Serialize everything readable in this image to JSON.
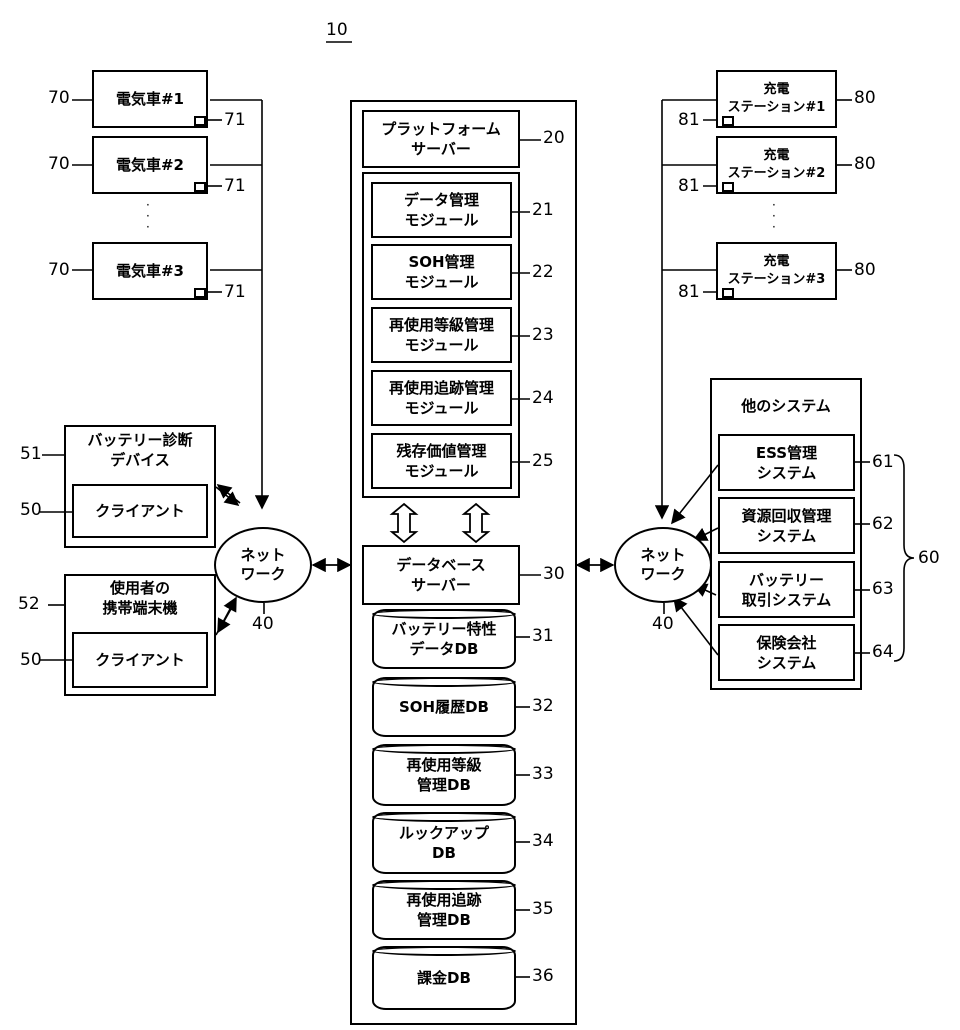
{
  "figure": {
    "ref": "10"
  },
  "vehicles": [
    {
      "label": "電気車#1",
      "ref": "70",
      "port_ref": "71"
    },
    {
      "label": "電気車#2",
      "ref": "70",
      "port_ref": "71"
    },
    {
      "label": "電気車#3",
      "ref": "70",
      "port_ref": "71"
    }
  ],
  "vehicle_ellipsis": "·\n·\n·",
  "clients": {
    "diag_device": {
      "label": "バッテリー診断\nデバイス",
      "ref": "51",
      "client_label": "クライアント",
      "client_ref": "50"
    },
    "user_terminal": {
      "label": "使用者の\n携帯端末機",
      "ref": "52",
      "client_label": "クライアント",
      "client_ref": "50"
    }
  },
  "networks": [
    {
      "label": "ネット\nワーク",
      "ref": "40"
    },
    {
      "label": "ネット\nワーク",
      "ref": "40"
    }
  ],
  "platform_server": {
    "label": "プラットフォーム\nサーバー",
    "ref": "20",
    "modules": [
      {
        "label": "データ管理\nモジュール",
        "ref": "21"
      },
      {
        "label": "SOH管理\nモジュール",
        "ref": "22"
      },
      {
        "label": "再使用等級管理\nモジュール",
        "ref": "23"
      },
      {
        "label": "再使用追跡管理\nモジュール",
        "ref": "24"
      },
      {
        "label": "残存価値管理\nモジュール",
        "ref": "25"
      }
    ]
  },
  "database_server": {
    "label": "データベース\nサーバー",
    "ref": "30",
    "dbs": [
      {
        "label": "バッテリー特性\nデータDB",
        "ref": "31"
      },
      {
        "label": "SOH履歴DB",
        "ref": "32"
      },
      {
        "label": "再使用等級\n管理DB",
        "ref": "33"
      },
      {
        "label": "ルックアップ\nDB",
        "ref": "34"
      },
      {
        "label": "再使用追跡\n管理DB",
        "ref": "35"
      },
      {
        "label": "課金DB",
        "ref": "36"
      }
    ]
  },
  "stations": [
    {
      "label": "充電\nステーション#1",
      "ref": "80",
      "port_ref": "81"
    },
    {
      "label": "充電\nステーション#2",
      "ref": "80",
      "port_ref": "81"
    },
    {
      "label": "充電\nステーション#3",
      "ref": "80",
      "port_ref": "81"
    }
  ],
  "station_ellipsis": "·\n·\n·",
  "other_systems": {
    "title": "他のシステム",
    "ref": "60",
    "items": [
      {
        "label": "ESS管理\nシステム",
        "ref": "61"
      },
      {
        "label": "資源回収管理\nシステム",
        "ref": "62"
      },
      {
        "label": "バッテリー\n取引システム",
        "ref": "63"
      },
      {
        "label": "保険会社\nシステム",
        "ref": "64"
      }
    ]
  }
}
